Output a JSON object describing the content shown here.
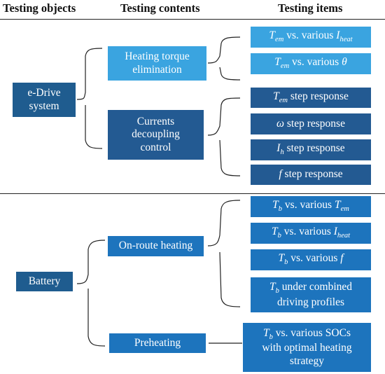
{
  "headers": {
    "objects": "Testing objects",
    "contents": "Testing contents",
    "items": "Testing items"
  },
  "objects": [
    {
      "label_1": "e-Drive",
      "label_2": "system"
    },
    {
      "label_1": "Battery"
    }
  ],
  "contents": [
    {
      "label_1": "Heating torque",
      "label_2": "elimination"
    },
    {
      "label_1": "Currents",
      "label_2": "decoupling",
      "label_3": "control"
    },
    {
      "label_1": "On-route heating"
    },
    {
      "label_1": "Preheating"
    }
  ],
  "items": [
    {
      "var": "T",
      "var_sub": "em",
      "mid": " vs. various ",
      "var2": "I",
      "var2_sub": "heat"
    },
    {
      "var": "T",
      "var_sub": "em",
      "mid": " vs. various ",
      "var2": "θ"
    },
    {
      "var": "T",
      "var_sub": "em",
      "mid": " step response"
    },
    {
      "var": "ω",
      "mid": " step response"
    },
    {
      "var": "I",
      "var_sub": "h",
      "mid": " step response"
    },
    {
      "var": "f",
      "mid": " step response"
    },
    {
      "var": "T",
      "var_sub": "b",
      "mid": " vs. various ",
      "var2": "T",
      "var2_sub": "em"
    },
    {
      "var": "T",
      "var_sub": "b",
      "mid": " vs. various ",
      "var2": "I",
      "var2_sub": "heat"
    },
    {
      "var": "T",
      "var_sub": "b",
      "mid": " vs. various ",
      "var2": "f"
    },
    {
      "var": "T",
      "var_sub": "b",
      "mid": " under combined",
      "line2": "driving profiles"
    },
    {
      "var": "T",
      "var_sub": "b",
      "mid": " vs. various SOCs",
      "line2": "with optimal heating",
      "line3": "strategy"
    }
  ]
}
